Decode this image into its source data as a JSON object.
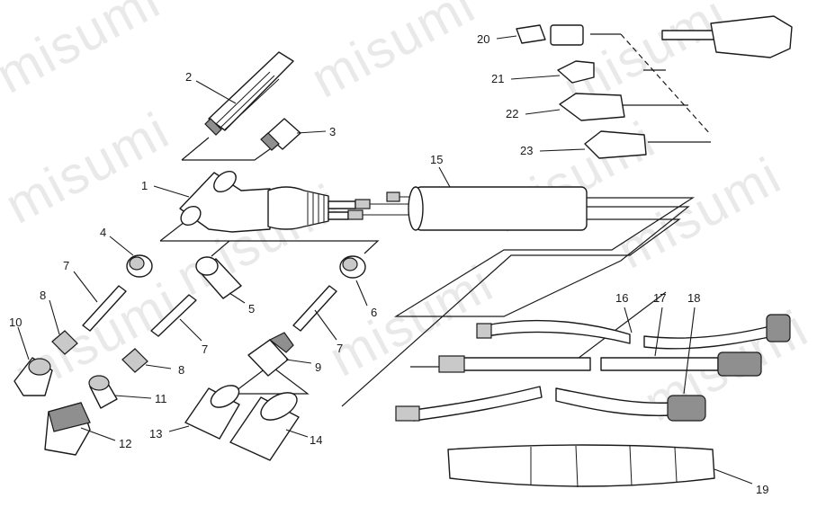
{
  "watermark": "misumi",
  "callouts": [
    "1",
    "2",
    "3",
    "4",
    "5",
    "6",
    "7",
    "8",
    "9",
    "10",
    "11",
    "12",
    "13",
    "14",
    "15",
    "16",
    "17",
    "18",
    "19",
    "20",
    "21",
    "22",
    "23"
  ]
}
